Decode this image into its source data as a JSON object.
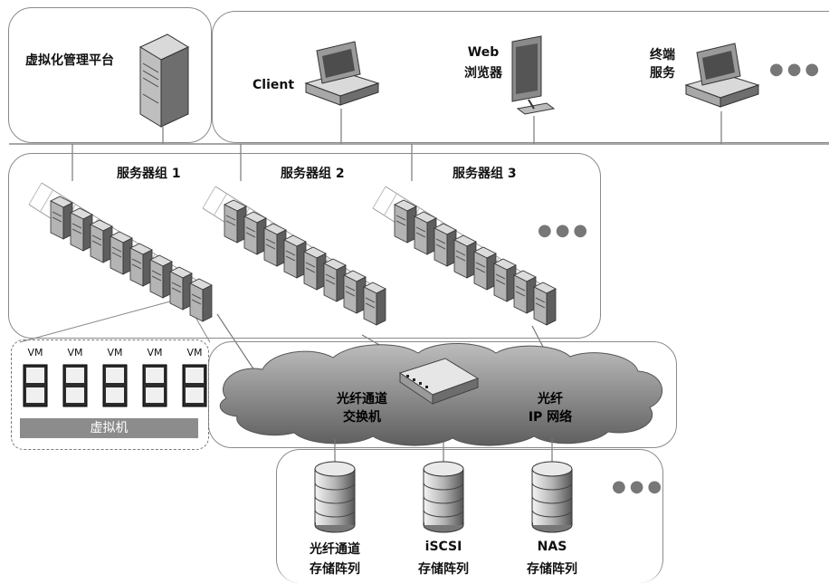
{
  "client_area": {
    "mgmt_platform": "虚拟化管理平台",
    "client": "Client",
    "web_browser": [
      "Web",
      "浏览器"
    ],
    "terminal_service": [
      "终端",
      "服务"
    ],
    "more": "●●●"
  },
  "server_groups": {
    "group1": "服务器组 1",
    "group2": "服务器组 2",
    "group3": "服务器组 3",
    "more": "●●●"
  },
  "virtual_machines": {
    "vm_labels": [
      "VM",
      "VM",
      "VM",
      "VM",
      "VM"
    ],
    "bar_label": "虚拟机"
  },
  "network": {
    "fc_switch": [
      "光纤通道",
      "交换机"
    ],
    "ip_network": [
      "光纤",
      "IP 网络"
    ]
  },
  "storage": {
    "items": [
      {
        "line1": "光纤通道",
        "line2": "存储阵列"
      },
      {
        "line1": "iSCSI",
        "line2": "存储阵列"
      },
      {
        "line1": "NAS",
        "line2": "存储阵列"
      }
    ],
    "more": "●●●"
  }
}
